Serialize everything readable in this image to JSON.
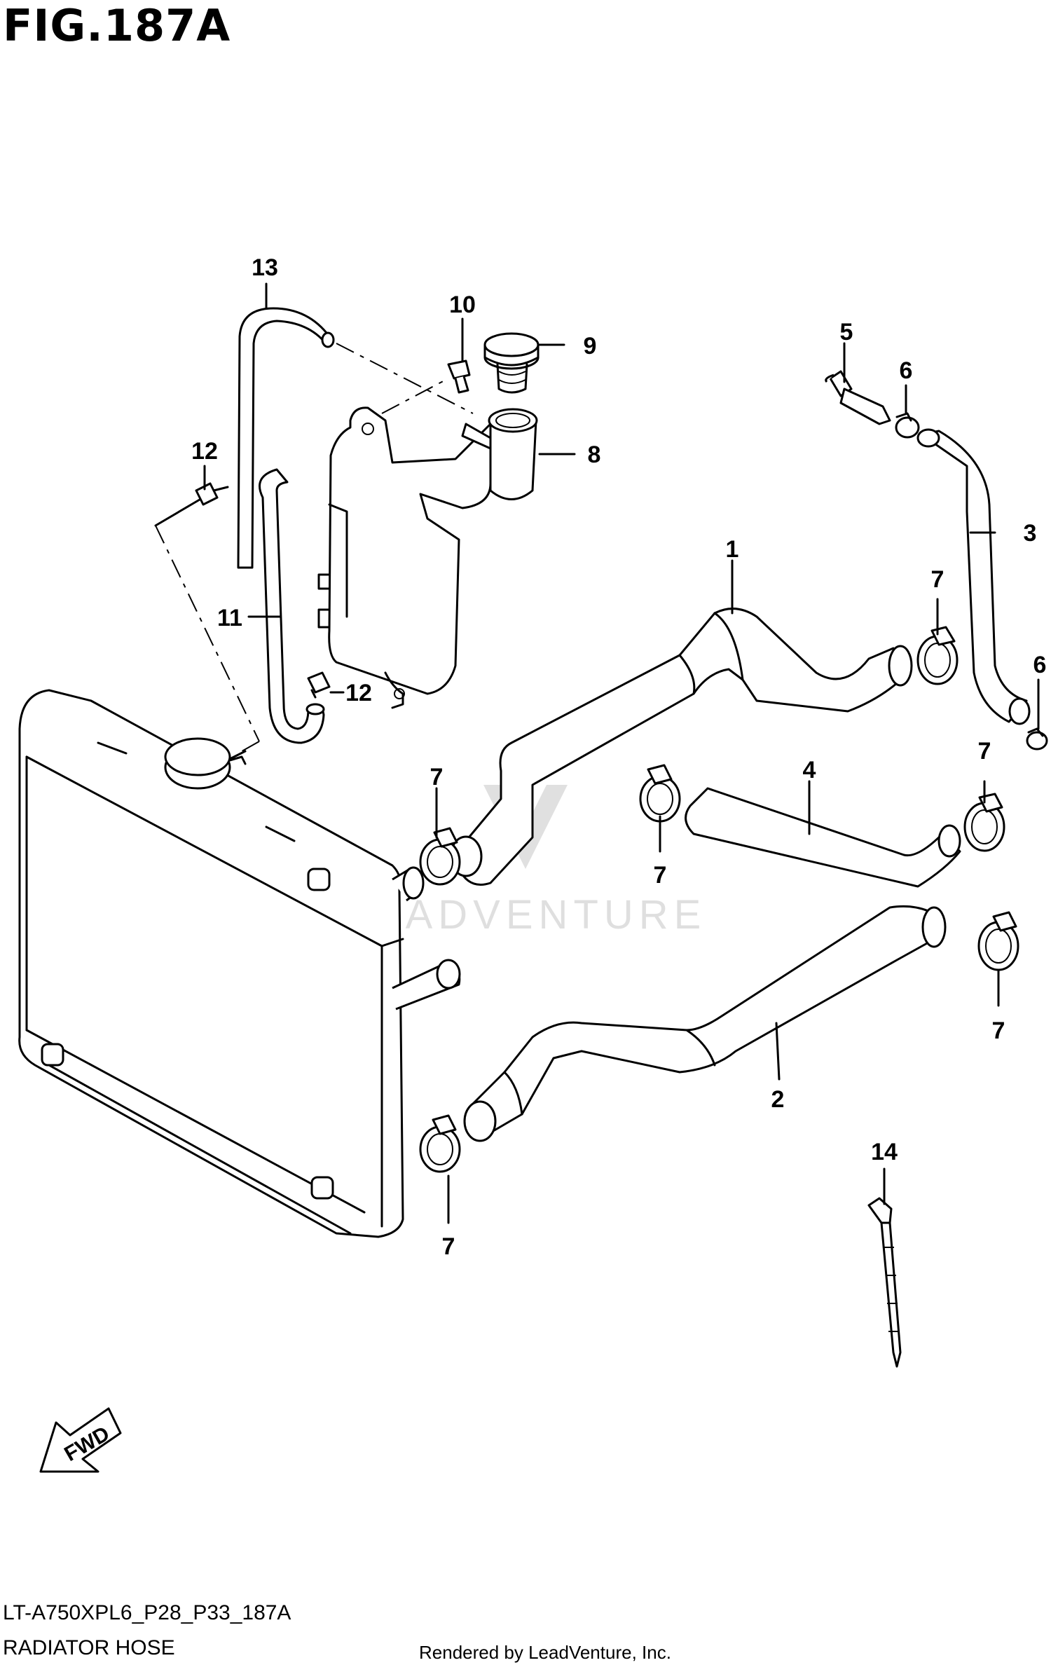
{
  "figure": {
    "title": "FIG.187A",
    "model_code": "LT-A750XPL6_P28_P33_187A",
    "page_name": "RADIATOR HOSE",
    "credit": "Rendered by LeadVenture, Inc.",
    "watermark": "LEADVENTURE",
    "direction_label": "FWD"
  },
  "callouts": [
    "1",
    "2",
    "3",
    "4",
    "5",
    "6",
    "6",
    "7",
    "7",
    "7",
    "7",
    "7",
    "7",
    "8",
    "9",
    "10",
    "11",
    "12",
    "12",
    "13",
    "14"
  ]
}
